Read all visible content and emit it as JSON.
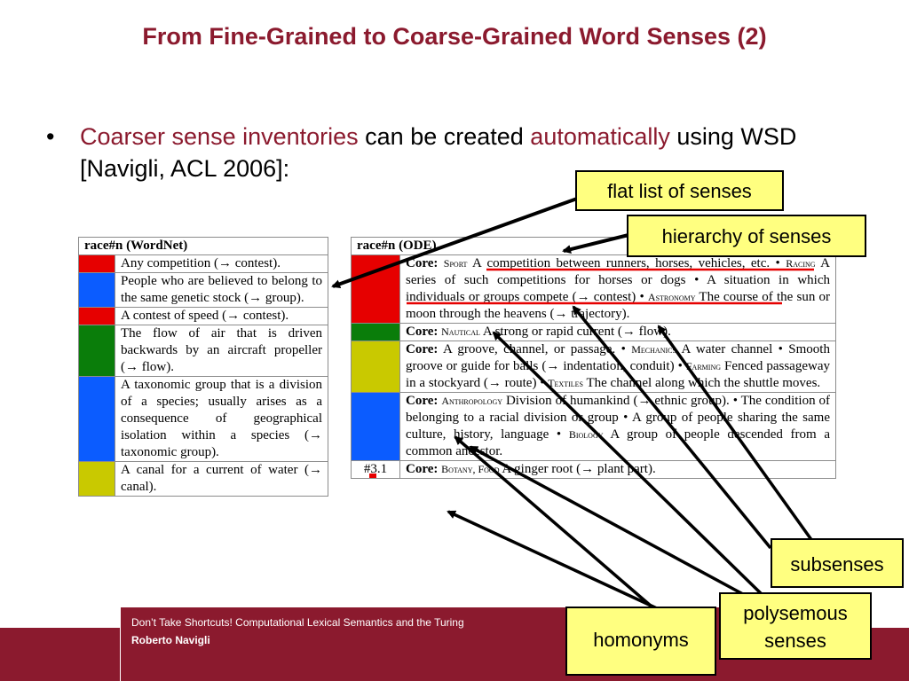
{
  "slide": {
    "title": "From Fine-Grained to Coarse-Grained Word Senses (2)",
    "bullet": {
      "marker": "•",
      "part1": "Coarser sense inventories",
      "part2": " can be created ",
      "part3": "automatically",
      "part4": " using WSD [Navigli, ACL 2006]:"
    }
  },
  "colors": {
    "accent": "#8b1a2e",
    "red": "#e60000",
    "blue": "#0b5cff",
    "green": "#0a7d0a",
    "olive": "#c9c900",
    "callout": "#ffff80"
  },
  "wordnet": {
    "header": "race#n (WordNet)",
    "rows": [
      {
        "color": "red",
        "text": "Any competition (→ contest)."
      },
      {
        "color": "blue",
        "text": "People who are believed to belong to the same genetic stock (→ group)."
      },
      {
        "color": "red",
        "text": "A contest of speed (→ contest)."
      },
      {
        "color": "green",
        "text": "The flow of air that is driven backwards by an aircraft propeller (→ flow)."
      },
      {
        "color": "blue",
        "text": "A taxonomic group that is a division of a species; usually arises as a consequence of geographical isolation within a species (→ taxonomic group)."
      },
      {
        "color": "olive",
        "text": "A canal for a current of water (→ canal)."
      }
    ]
  },
  "ode": {
    "header": "race#n (ODE)",
    "core_label": "Core:",
    "rows": [
      {
        "color": "red",
        "core_domain": "Sport",
        "core_text": " A competition between runners, horses, vehicles, etc.",
        "subs": [
          {
            "domain": "Racing",
            "text": " A series of such competitions for horses or dogs"
          },
          {
            "domain": "",
            "text": " A situation in which individuals or groups compete (→ contest)"
          },
          {
            "domain": "Astronomy",
            "text": " The course of the sun or moon through the heavens (→ trajectory)."
          }
        ]
      },
      {
        "color": "green",
        "core_domain": "Nautical",
        "core_text": " A strong or rapid current (→ flow).",
        "subs": []
      },
      {
        "color": "olive",
        "core_domain": "",
        "core_text": " A groove, channel, or passage.",
        "subs": [
          {
            "domain": "Mechanics",
            "text": " A water channel"
          },
          {
            "domain": "",
            "text": " Smooth groove or guide for balls (→ indentation, conduit)"
          },
          {
            "domain": "Farming",
            "text": " Fenced passageway in a stockyard (→ route)"
          },
          {
            "domain": "Textiles",
            "text": " The channel along which the shuttle moves."
          }
        ]
      },
      {
        "color": "blue",
        "core_domain": "Anthropology",
        "core_text": " Division of humankind (→ ethnic group).",
        "subs": [
          {
            "domain": "",
            "text": " The condition of belonging to a racial division or group"
          },
          {
            "domain": "",
            "text": " A group of people sharing the same culture, history, language"
          },
          {
            "domain": "Biology",
            "text": " A group of people descended from a common ancestor."
          }
        ]
      }
    ],
    "last_row": {
      "number": "#3.1",
      "core_domain": "Botany, Food",
      "core_text": " A ginger root (→ plant part)."
    }
  },
  "callouts": {
    "flat": "flat list of senses",
    "hierarchy": "hierarchy of senses",
    "subsenses": "subsenses",
    "polysemous_line1": "polysemous",
    "polysemous_line2": "senses",
    "homonyms": "homonyms"
  },
  "footer": {
    "line1": "Don’t Take Shortcuts! Computational Lexical Semantics and the Turing",
    "line2": "Roberto Navigli"
  }
}
